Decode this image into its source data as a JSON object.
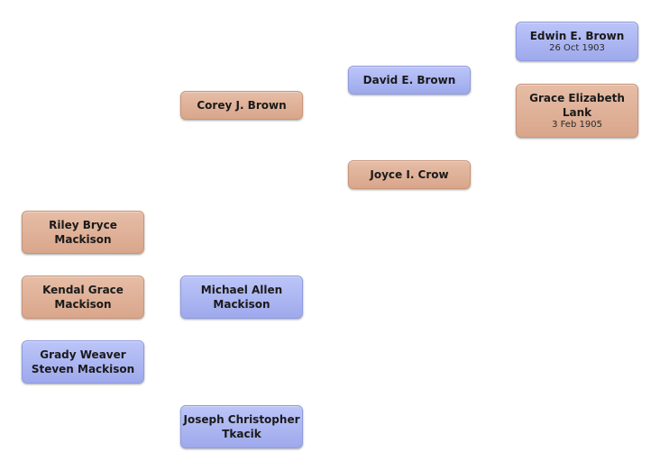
{
  "people": {
    "edwin": {
      "name": "Edwin E.  Brown",
      "date": "26 Oct 1903"
    },
    "grace": {
      "name": "Grace Elizabeth\nLank",
      "date": "3 Feb 1905"
    },
    "david": {
      "name": "David E.  Brown"
    },
    "joyce": {
      "name": "Joyce I.  Crow"
    },
    "corey": {
      "name": "Corey J.  Brown"
    },
    "riley": {
      "name": "Riley Bryce\nMackison"
    },
    "kendal": {
      "name": "Kendal Grace\nMackison"
    },
    "michael": {
      "name": "Michael Allen\nMackison"
    },
    "grady": {
      "name": "Grady  Weaver\nSteven Mackison"
    },
    "joseph": {
      "name": "Joseph Christopher\nTkacik"
    }
  },
  "colors": {
    "male": "#aab3f2",
    "female": "#dfb097"
  }
}
